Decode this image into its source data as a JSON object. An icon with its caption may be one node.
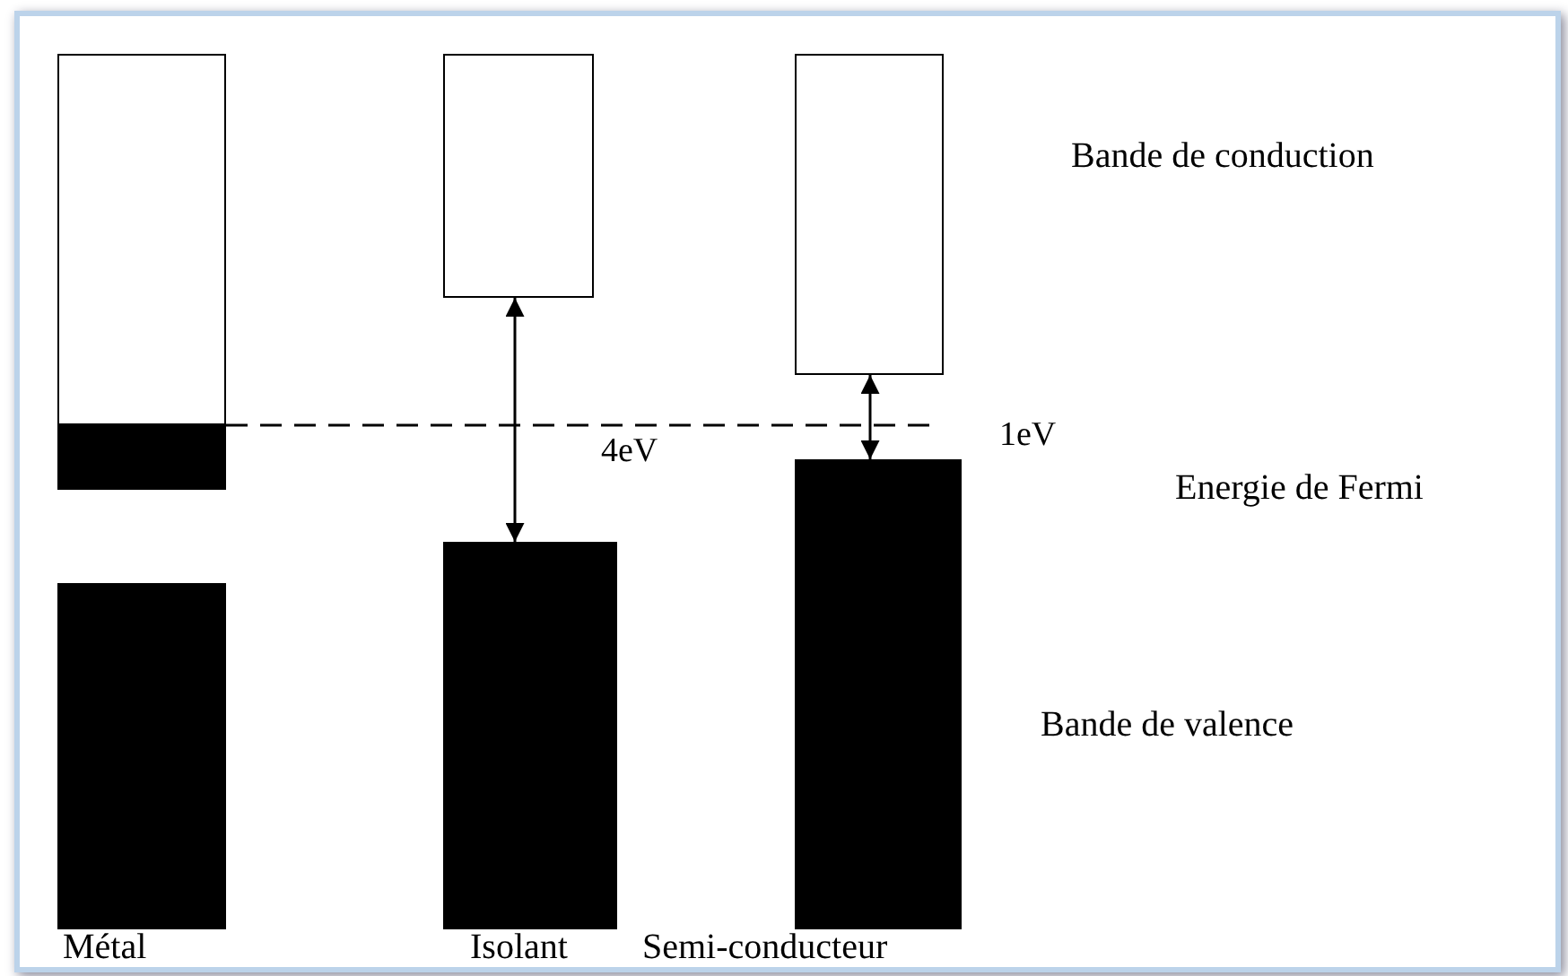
{
  "diagram": {
    "nodes": [
      {
        "text": [],
        "shape": "box"
      },
      {
        "text": [],
        "shape": "bar",
        "in": 0
      },
      {
        "text": [],
        "shape": "bar"
      },
      {
        "text": [],
        "shape": "box"
      },
      {
        "text": [],
        "shape": "bar"
      },
      {
        "text": [],
        "shape": "box"
      },
      {
        "text": [],
        "shape": "bar"
      }
    ],
    "edges": [
      {
        "from": 3,
        "to": 4,
        "arrow": "both",
        "label": "4eV"
      },
      {
        "from": 5,
        "to": 6,
        "arrow": "both",
        "label": "1eV"
      }
    ],
    "labels": [
      "Bande de conduction",
      "Energie de Fermi",
      "Bande de valence",
      "Métal",
      "Isolant",
      "Semi-conducteur"
    ]
  }
}
